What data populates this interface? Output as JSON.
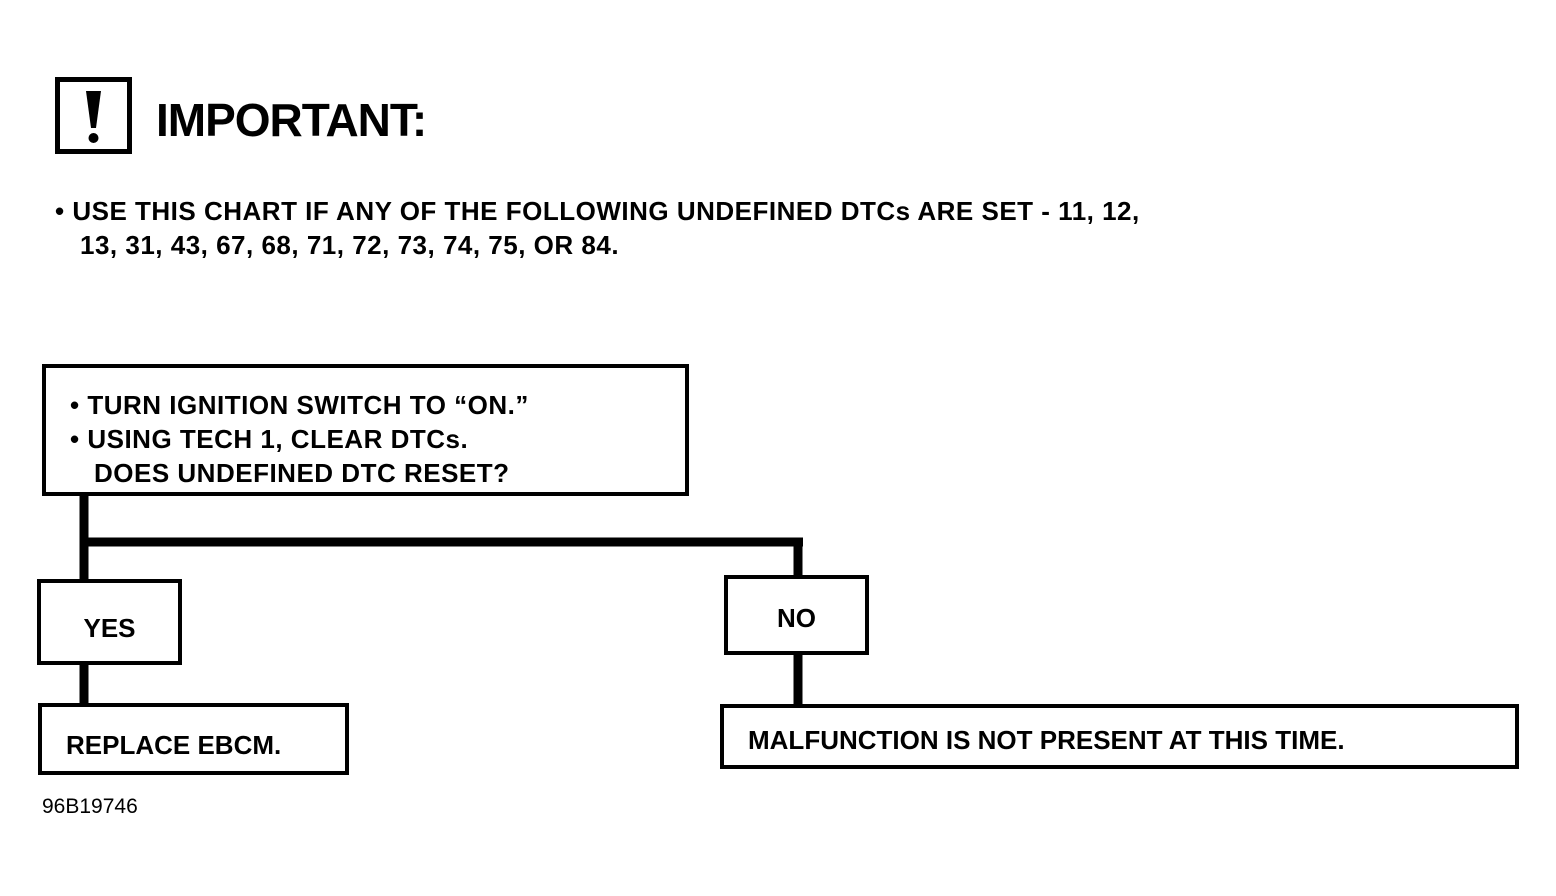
{
  "header": {
    "icon": "exclamation-icon",
    "title": "IMPORTANT:"
  },
  "intro": {
    "bullet": "•",
    "line1": "USE THIS CHART IF ANY OF THE FOLLOWING UNDEFINED DTCs ARE SET - 11, 12,",
    "line2": "13, 31, 43, 67, 68, 71, 72, 73, 74, 75, OR 84."
  },
  "flow": {
    "question": {
      "line1": "• TURN IGNITION SWITCH TO “ON.”",
      "line2": "• USING TECH 1, CLEAR DTCs.",
      "line3": "DOES UNDEFINED DTC RESET?"
    },
    "yes_label": "YES",
    "no_label": "NO",
    "yes_result": "REPLACE EBCM.",
    "no_result": "MALFUNCTION IS NOT PRESENT AT THIS TIME."
  },
  "figure_code": "96B19746",
  "colors": {
    "ink": "#000000",
    "paper": "#ffffff"
  }
}
